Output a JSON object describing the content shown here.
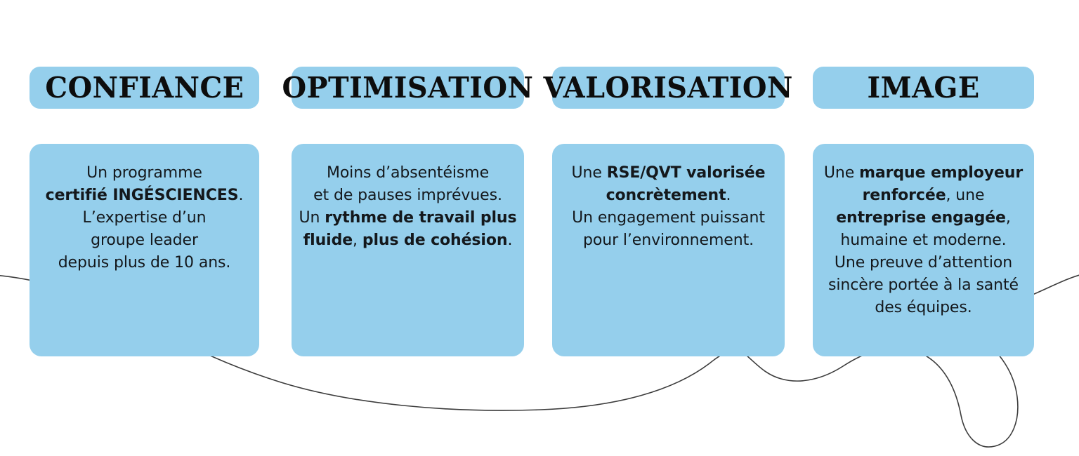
{
  "page": {
    "background_color": "#ffffff",
    "accent_color": "#95cfec",
    "text_color": "#14181c",
    "line_color": "#3c3c3c"
  },
  "columns": [
    {
      "header": "CONFIANCE",
      "body_lines": [
        [
          {
            "t": "Un programme",
            "b": false
          }
        ],
        [
          {
            "t": "certifié INGÉSCIENCES",
            "b": true
          },
          {
            "t": ".",
            "b": false
          }
        ],
        [
          {
            "t": "L’expertise d’un",
            "b": false
          }
        ],
        [
          {
            "t": "groupe leader",
            "b": false
          }
        ],
        [
          {
            "t": "depuis plus de 10 ans.",
            "b": false
          }
        ]
      ]
    },
    {
      "header": "OPTIMISATION",
      "body_lines": [
        [
          {
            "t": "Moins d’absentéisme",
            "b": false
          }
        ],
        [
          {
            "t": "et de pauses imprévues.",
            "b": false
          }
        ],
        [
          {
            "t": "Un ",
            "b": false
          },
          {
            "t": "rythme de travail plus",
            "b": true
          }
        ],
        [
          {
            "t": "fluide",
            "b": true
          },
          {
            "t": ", ",
            "b": false
          },
          {
            "t": "plus de cohésion",
            "b": true
          },
          {
            "t": ".",
            "b": false
          }
        ]
      ]
    },
    {
      "header": "VALORISATION",
      "body_lines": [
        [
          {
            "t": "Une ",
            "b": false
          },
          {
            "t": "RSE/QVT valorisée",
            "b": true
          }
        ],
        [
          {
            "t": "concrètement",
            "b": true
          },
          {
            "t": ".",
            "b": false
          }
        ],
        [
          {
            "t": "Un engagement puissant",
            "b": false
          }
        ],
        [
          {
            "t": "pour l’environnement.",
            "b": false
          }
        ]
      ]
    },
    {
      "header": "IMAGE",
      "body_lines": [
        [
          {
            "t": "Une ",
            "b": false
          },
          {
            "t": "marque employeur",
            "b": true
          }
        ],
        [
          {
            "t": "renforcée",
            "b": true
          },
          {
            "t": ", une",
            "b": false
          }
        ],
        [
          {
            "t": "entreprise engagée",
            "b": true
          },
          {
            "t": ",",
            "b": false
          }
        ],
        [
          {
            "t": "humaine et moderne.",
            "b": false
          }
        ],
        [
          {
            "t": "Une preuve d’attention",
            "b": false
          }
        ],
        [
          {
            "t": "sincère portée à la santé",
            "b": false
          }
        ],
        [
          {
            "t": "des équipes.",
            "b": false
          }
        ]
      ]
    }
  ],
  "decoration": {
    "name": "hand-drawn-wavy-line-with-loop",
    "stroke_color": "#3c3c3c",
    "stroke_width": 1.6
  }
}
